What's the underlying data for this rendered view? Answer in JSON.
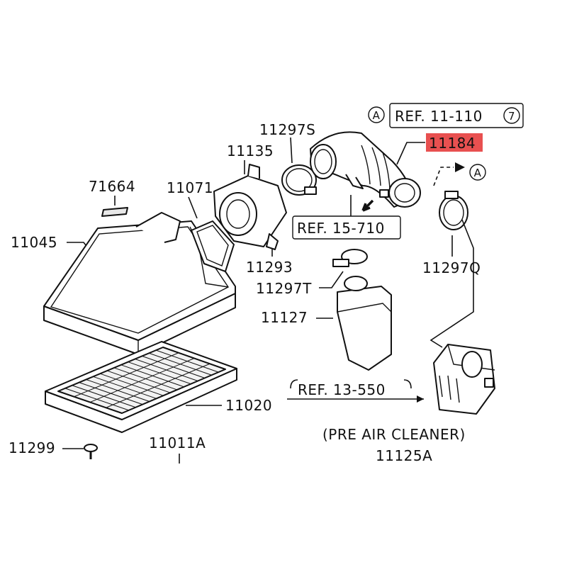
{
  "highlight_color": "#e85050",
  "refs": {
    "a_top": "REF. 11-110",
    "a_top_circled": "7",
    "b": "REF. 15-710",
    "c": "REF. 13-550"
  },
  "circled_labels": {
    "a1": "A",
    "a2": "A"
  },
  "parts": {
    "p11297s": "11297S",
    "p11184": "11184",
    "p11135": "11135",
    "p71664": "71664",
    "p11071": "11071",
    "p11045": "11045",
    "p11293": "11293",
    "p11297t": "11297T",
    "p11297q": "11297Q",
    "p11127": "11127",
    "p11020": "11020",
    "p11299": "11299",
    "p11011a": "11011A",
    "p11125a": "11125A"
  },
  "captions": {
    "pre_air_cleaner": "(PRE AIR CLEANER)"
  }
}
